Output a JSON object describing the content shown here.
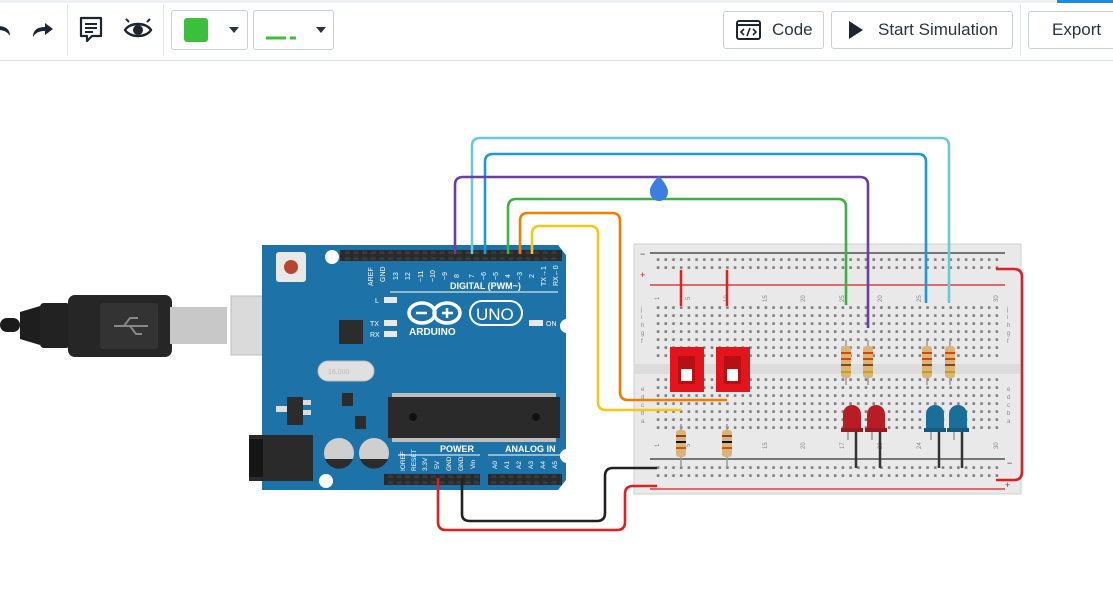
{
  "toolbar": {
    "undo_icon": "undo-arrow-icon",
    "redo_icon": "redo-arrow-icon",
    "notes_icon": "notes-icon",
    "visibility_icon": "eye-icon",
    "wire_color": "#3cbf3c",
    "code_label": "Code",
    "start_simulation_label": "Start Simulation",
    "export_label": "Export"
  },
  "board": {
    "brand": "ARDUINO",
    "model": "UNO",
    "digital_label": "DIGITAL (PWM~)",
    "power_label": "POWER",
    "analog_label": "ANALOG IN",
    "on_label": "ON",
    "l_label": "L",
    "tx_label": "TX",
    "rx_label": "RX",
    "crystal_label": "16.000"
  },
  "colors": {
    "arduino_blue": "#1d73a7",
    "breadboard": "#e9e9e9",
    "wire_red": "#e02020",
    "wire_black": "#222222",
    "wire_purple": "#6a3fa0",
    "wire_blue": "#1f98d3",
    "wire_light_blue": "#6cc8d8",
    "wire_green": "#3cb043",
    "wire_orange": "#f07c00",
    "wire_yellow": "#f2c81a",
    "led_red": "#b81d26",
    "led_blue": "#1a6f9a",
    "switch_red": "#e3141b"
  }
}
